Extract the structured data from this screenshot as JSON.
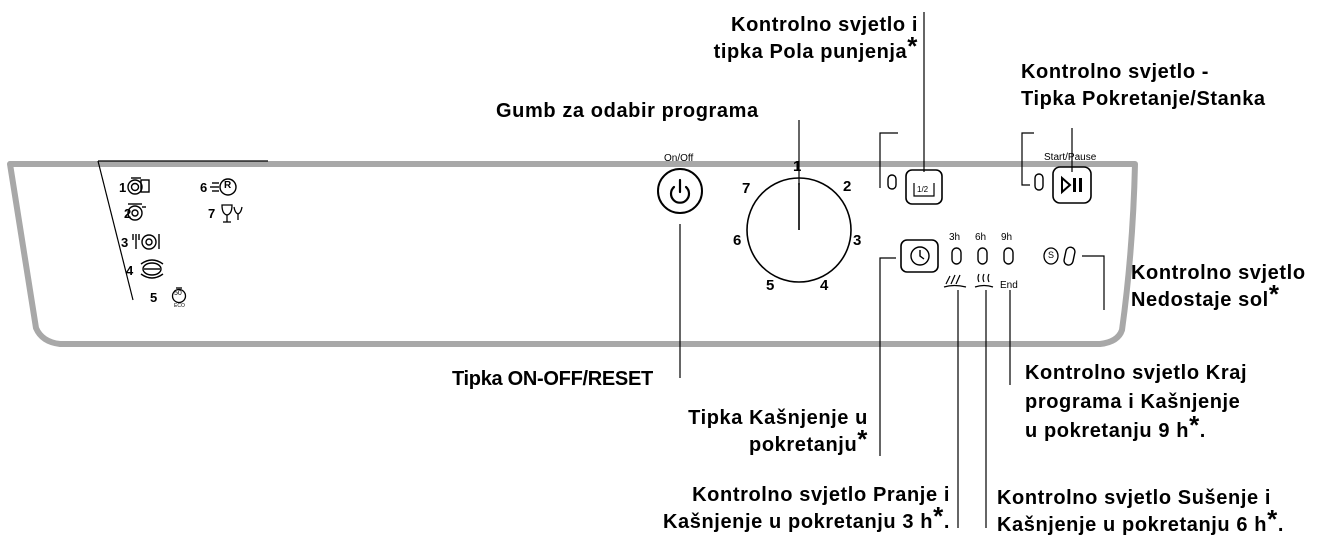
{
  "labels": {
    "half_load": {
      "line1": "Kontrolno svjetlo i",
      "line2": "tipka Pola punjenja",
      "star": "*"
    },
    "start_pause": {
      "line1": "Kontrolno svjetlo -",
      "line2": "Tipka Pokretanje/Stanka"
    },
    "program_knob": "Gumb za odabir programa",
    "salt": {
      "line1": "Kontrolno svjetlo",
      "line2": "Nedostaje sol",
      "star": "*"
    },
    "on_off_reset": "Tipka ON-OFF/RESET",
    "end_delay": {
      "line1": "Kontrolno svjetlo Kraj",
      "line2": "programa i Kašnjenje",
      "line3": "u pokretanju 9 h",
      "star": "*",
      "suffix": "."
    },
    "delay_button": {
      "line1": "Tipka Kašnjenje u",
      "line2": "pokretanju",
      "star": "*"
    },
    "wash_delay": {
      "line1": "Kontrolno svjetlo Pranje i",
      "line2": "Kašnjenje u pokretanju 3 h",
      "star": "*",
      "suffix": "."
    },
    "dry_delay": {
      "line1": "Kontrolno svjetlo Sušenje i",
      "line2": "Kašnjenje u pokretanju 6 h",
      "star": "*",
      "suffix": "."
    }
  },
  "panel": {
    "on_off_label": "On/Off",
    "start_pause_label": "Start/Pause",
    "half_load_icon_text": "1/2",
    "delay_hours": [
      "3h",
      "6h",
      "9h"
    ],
    "end_label": "End",
    "dial_numbers": [
      "1",
      "2",
      "3",
      "4",
      "5",
      "6",
      "7"
    ],
    "programs": [
      {
        "num": "1",
        "icon": "heavy-pots-icon"
      },
      {
        "num": "2",
        "icon": "normal-pot-icon"
      },
      {
        "num": "3",
        "icon": "cutlery-plate-icon"
      },
      {
        "num": "4",
        "icon": "quick-wash-icon"
      },
      {
        "num": "5",
        "icon": "eco-50-icon"
      },
      {
        "num": "6",
        "icon": "rapid-icon"
      },
      {
        "num": "7",
        "icon": "glass-icon"
      }
    ],
    "eco_text": "50",
    "eco_sub": "ECO",
    "rapid_text": "R",
    "salt_icon_text": "S"
  }
}
